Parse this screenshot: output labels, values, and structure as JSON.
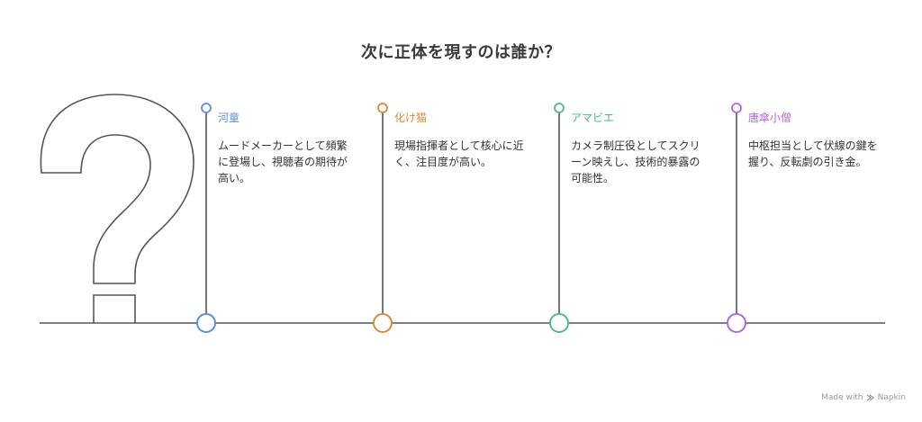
{
  "title": "次に正体を現すのは誰か？",
  "items": [
    {
      "name": "河童",
      "color": "#5b8fd8",
      "description": "ムードメーカーとして頻繁に登場し、視聴者の期待が高い。"
    },
    {
      "name": "化け猫",
      "color": "#d9893a",
      "description": "現場指揮者として核心に近く、注目度が高い。"
    },
    {
      "name": "アマビエ",
      "color": "#4fba86",
      "description": "カメラ制圧役としてスクリーン映えし、技術的暴露の可能性。"
    },
    {
      "name": "唐傘小僧",
      "color": "#b06ad8",
      "description": "中枢担当として伏線の鍵を握り、反転劇の引き金。"
    }
  ],
  "footer": {
    "made_with": "Made with",
    "brand": "Napkin",
    "brand_icon": "napkin-logo-icon"
  }
}
